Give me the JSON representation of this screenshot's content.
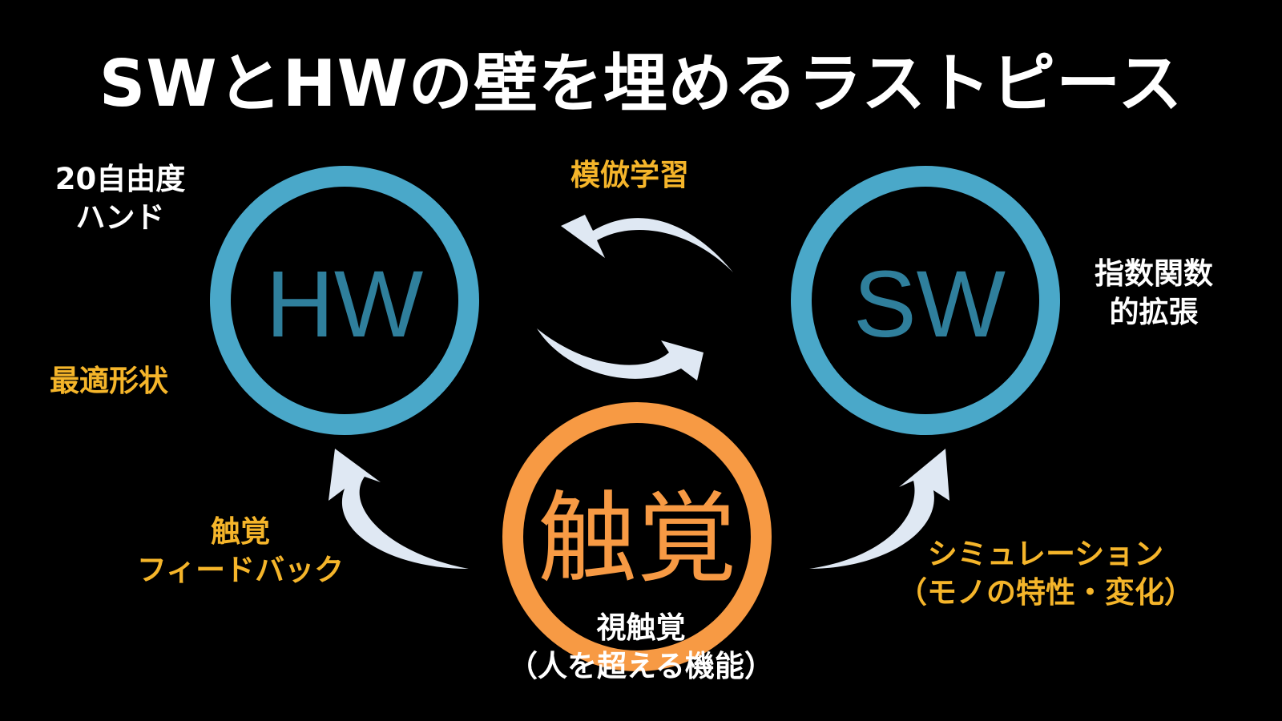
{
  "title": "SWとHWの壁を埋めるラストピース",
  "colors": {
    "background": "#000000",
    "circle_blue": "#4aa8c9",
    "node_text_blue": "#2f7f9c",
    "circle_orange": "#f79a44",
    "arrow": "#dfe8f3",
    "label_orange": "#f5b52a",
    "label_white": "#ffffff"
  },
  "nodes": {
    "hw": {
      "label": "HW"
    },
    "sw": {
      "label": "SW"
    },
    "touch": {
      "label": "触覚"
    }
  },
  "labels": {
    "dof_line1": "20自由度",
    "dof_line2": "ハンド",
    "optimal_shape": "最適形状",
    "tactile_fb_line1": "触覚",
    "tactile_fb_line2": "フィードバック",
    "imitation_learning": "模倣学習",
    "exponential_line1": "指数関数",
    "exponential_line2": "的拡張",
    "simulation_line1": "シミュレーション",
    "simulation_line2": "（モノの特性・変化）",
    "visuotactile_line1": "視触覚",
    "visuotactile_line2": "（人を超える機能）"
  }
}
